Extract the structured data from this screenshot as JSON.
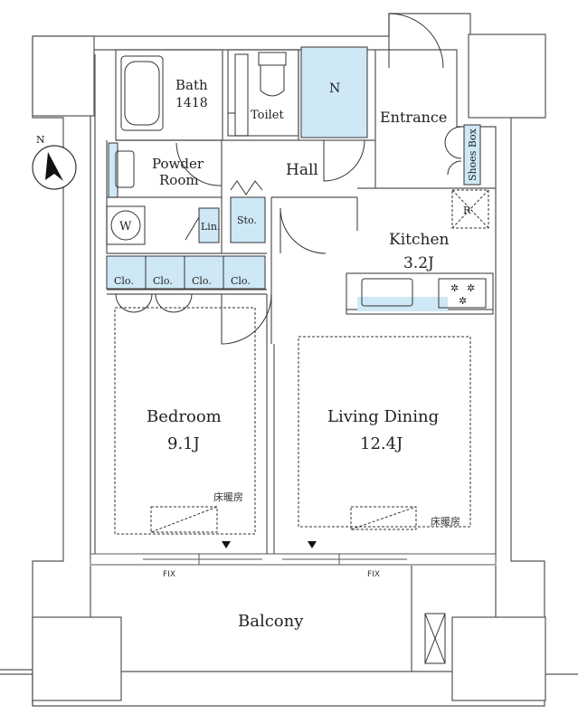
{
  "rooms": {
    "bath": {
      "name": "Bath",
      "size": "1418"
    },
    "toilet": "Toilet",
    "storage_n": "N",
    "entrance": "Entrance",
    "shoes_box": "Shoes Box",
    "powder_room": {
      "line1": "Powder",
      "line2": "Room"
    },
    "hall": "Hall",
    "washer": "W",
    "linen": "Lin.",
    "storage": "Sto.",
    "refrigerator": "R",
    "kitchen": {
      "name": "Kitchen",
      "size": "3.2J"
    },
    "closets": [
      "Clo.",
      "Clo.",
      "Clo.",
      "Clo."
    ],
    "bedroom": {
      "name": "Bedroom",
      "size": "9.1J"
    },
    "living_dining": {
      "name": "Living Dining",
      "size": "12.4J"
    },
    "balcony": "Balcony"
  },
  "annotations": {
    "floor_heating": "床暖房",
    "fix_window": "FIX",
    "north": "N"
  },
  "colors": {
    "wall": "#555555",
    "fill_blue": "#cfe8f5",
    "line": "#333333"
  }
}
